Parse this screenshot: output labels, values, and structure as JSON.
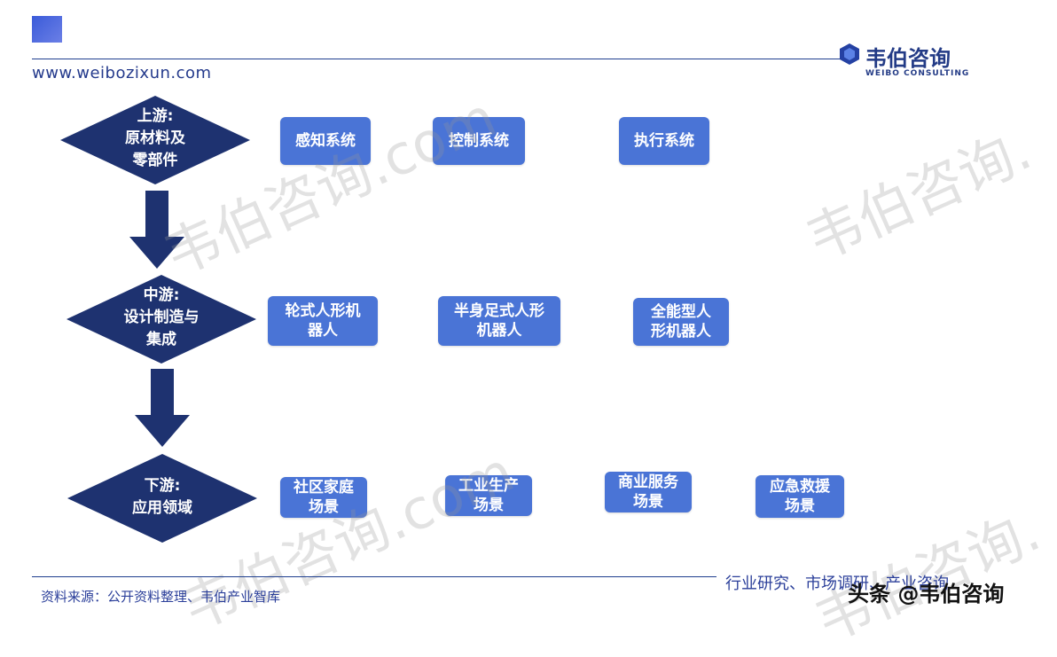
{
  "header": {
    "url": "www.weibozixun.com",
    "brand_cn": "韦伯咨询",
    "brand_en": "WEIBO CONSULTING"
  },
  "stages": [
    {
      "lines": [
        "上游:",
        "原材料及",
        "零部件"
      ]
    },
    {
      "lines": [
        "中游:",
        "设计制造与",
        "集成"
      ]
    },
    {
      "lines": [
        "下游:",
        "应用领域"
      ]
    }
  ],
  "upstream_items": [
    {
      "lines": [
        "感知系统"
      ]
    },
    {
      "lines": [
        "控制系统"
      ]
    },
    {
      "lines": [
        "执行系统"
      ]
    }
  ],
  "midstream_items": [
    {
      "lines": [
        "轮式人形机",
        "器人"
      ]
    },
    {
      "lines": [
        "半身足式人形",
        "机器人"
      ]
    },
    {
      "lines": [
        "全能型人",
        "形机器人"
      ]
    }
  ],
  "downstream_items": [
    {
      "lines": [
        "社区家庭",
        "场景"
      ]
    },
    {
      "lines": [
        "工业生产",
        "场景"
      ]
    },
    {
      "lines": [
        "商业服务",
        "场景"
      ]
    },
    {
      "lines": [
        "应急救援",
        "场景"
      ]
    }
  ],
  "footer": {
    "source": "资料来源：公开资料整理、韦伯产业智库",
    "tags": "行业研究、市场调研、产业咨询",
    "badge": "头条 @韦伯咨询"
  },
  "watermark": {
    "text_a": "韦伯咨询.com",
    "text_b": "韦伯咨询."
  },
  "colors": {
    "diamond": "#1e3270",
    "box": "#4a74d6",
    "arrow": "#1e3270",
    "text_blue": "#243a8c"
  }
}
